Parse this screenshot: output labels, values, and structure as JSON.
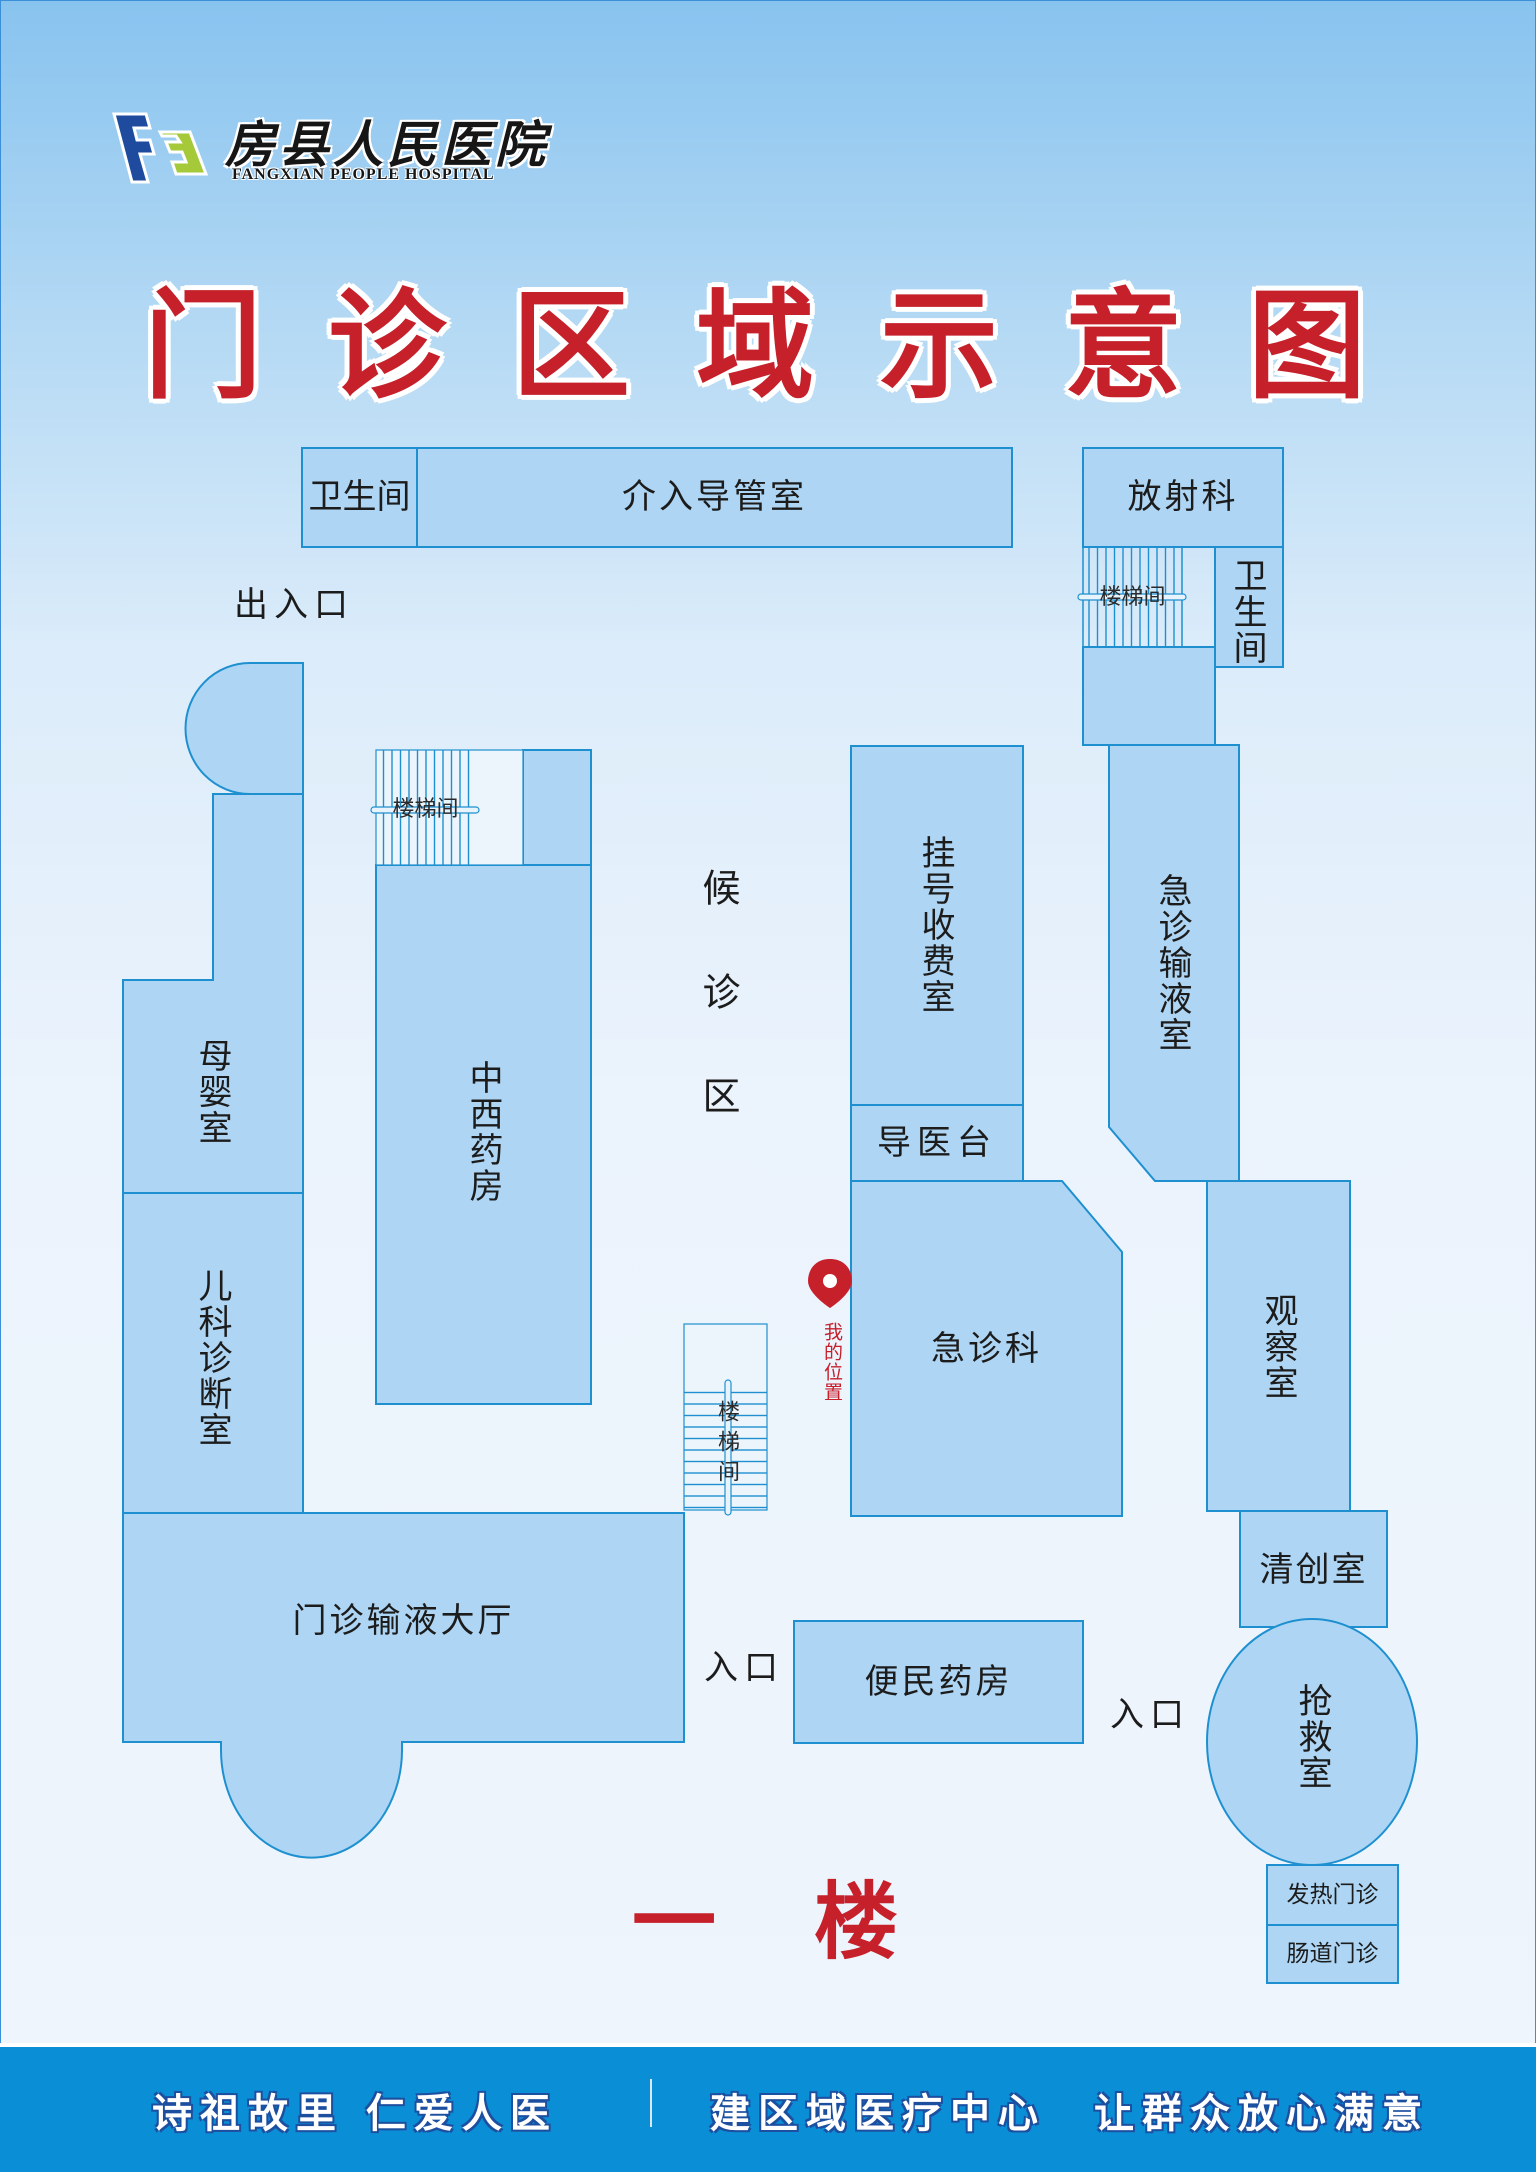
{
  "logo": {
    "name_cn": "房县人民医院",
    "name_en": "FANGXIAN PEOPLE HOSPITAL",
    "colors": {
      "blue": "#1f4b9e",
      "green": "#a6c93a"
    }
  },
  "title": "门诊区域示意图",
  "colors": {
    "room_fill": "#aed6f4",
    "room_stroke": "#1e90d0",
    "accent_red": "#c6202b",
    "footer_bg": "#0a8fd6"
  },
  "rooms": {
    "restroom_top": "卫生间",
    "interventional": "介入导管室",
    "radiology": "放射科",
    "stair_top_right": "楼梯间",
    "restroom_right": "卫生间",
    "mother_baby": "母婴室",
    "pediatrics": "儿科诊断室",
    "stair_left": "楼梯间",
    "pharmacy": "中西药房",
    "registration": "挂号收费室",
    "guide_desk": "导医台",
    "emergency_infusion": "急诊输液室",
    "emergency": "急诊科",
    "observation": "观察室",
    "debridement": "清创室",
    "resuscitation": "抢救室",
    "fever_clinic": "发热门诊",
    "intestinal_clinic": "肠道门诊",
    "stair_center": "楼梯间",
    "outpatient_infusion_hall": "门诊输液大厅",
    "convenience_pharmacy": "便民药房"
  },
  "areas": {
    "waiting": "候诊区",
    "exit_entrance": "出入口",
    "entrance_left": "入口",
    "entrance_right": "入口"
  },
  "marker": {
    "icon": "map-pin-icon",
    "label": "我的位置"
  },
  "floor": {
    "num": "一",
    "unit": "楼"
  },
  "footer": {
    "slogan_left": "诗祖故里 仁爱人医",
    "slogan_right": "建区域医疗中心　让群众放心满意"
  }
}
